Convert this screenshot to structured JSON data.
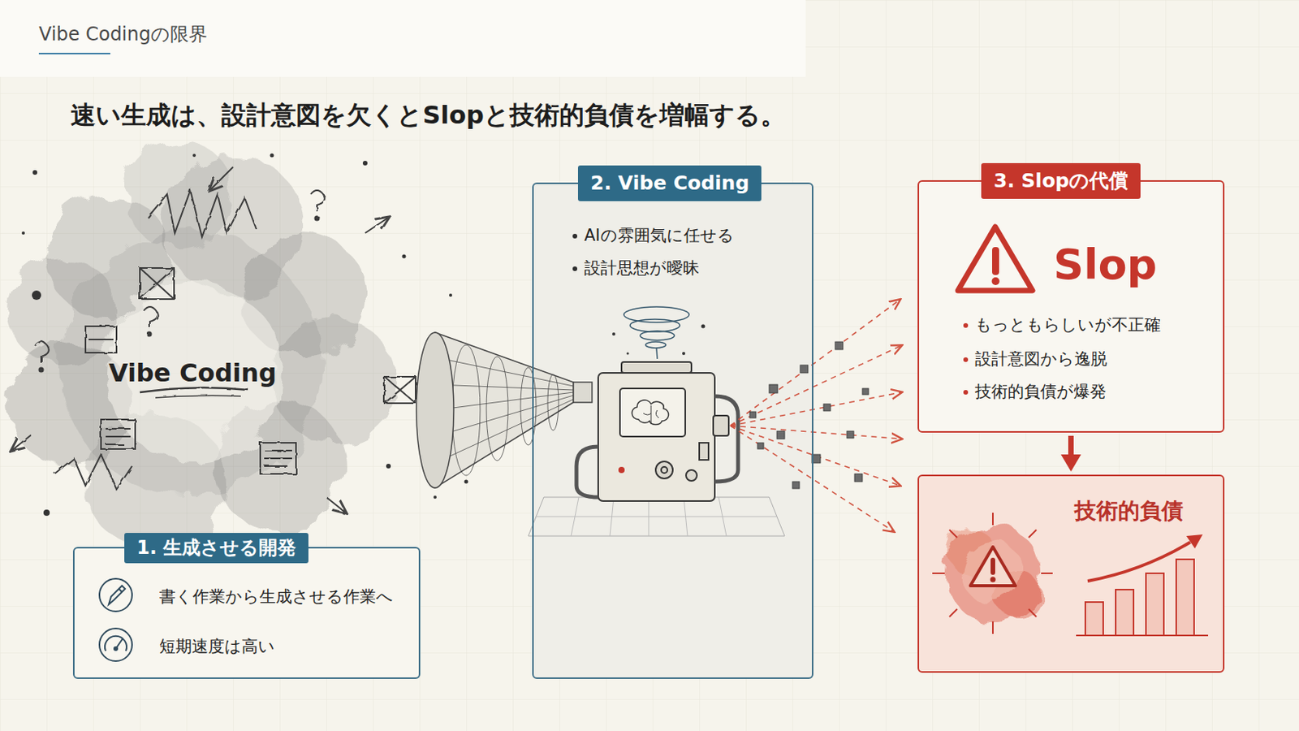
{
  "diagram": {
    "title": "速い生成は、設計意図を欠くとSlopと技術的負債を増幅する。",
    "nodes": [
      {
        "text": [
          "1. 生成させる開発",
          "書く作業から生成させる作業へ",
          "短期速度は高い"
        ]
      },
      {
        "text": [
          "2. Vibe Coding",
          "AIの雰囲気に任せる",
          "設計思想が曖昧"
        ]
      },
      {
        "text": [
          "3. Slopの代償",
          "Slop",
          "もっともらしいが不正確",
          "設計意図から逸脱",
          "技術的負債が爆発"
        ]
      },
      {
        "text": [
          "技術的負債"
        ]
      }
    ],
    "edges": [
      {
        "from": 2,
        "to": 3,
        "arrow": "to"
      }
    ],
    "labels": [
      "Vibe Codingの限界",
      "Vibe Coding"
    ]
  }
}
